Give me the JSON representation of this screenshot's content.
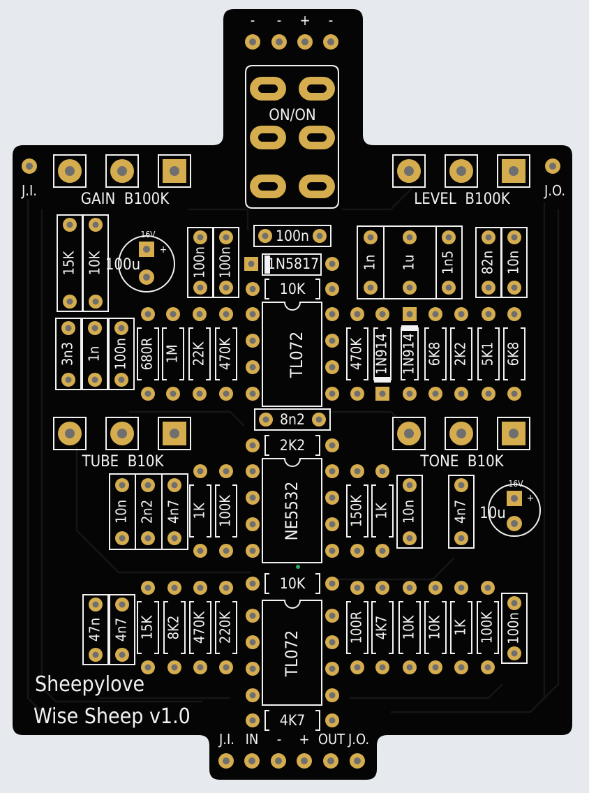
{
  "board": {
    "title_line1": "Sheepylove",
    "title_line2": "Wise Sheep v1.0",
    "colors": {
      "background": "#e6e9ee",
      "board": "#050505",
      "silk": "#f2f2f2",
      "pad": "#d6ad4e",
      "hole": "#6f6f6f"
    }
  },
  "top_header": {
    "pins": [
      "-",
      "-",
      "+",
      "-"
    ]
  },
  "switch": {
    "label": "ON/ON"
  },
  "jacks": {
    "left": "J.I.",
    "right": "J.O."
  },
  "pots": {
    "gain": "GAIN  B100K",
    "level": "LEVEL  B100K",
    "tube": "TUBE  B10K",
    "tone": "TONE  B10K"
  },
  "ics": {
    "ic1": "TL072",
    "ic2": "NE5532",
    "ic3": "TL072"
  },
  "caps_electrolytic": [
    {
      "value": "100u",
      "voltage": "16V",
      "polarity": "+"
    },
    {
      "value": "10u",
      "voltage": "16V",
      "polarity": "+"
    }
  ],
  "components": {
    "r15k": "15K",
    "r10k_a": "10K",
    "c100n_a": "100n",
    "c100n_b": "100n",
    "c100n_top": "100n",
    "d1n5817": "1N5817",
    "r10k_top": "10K",
    "c1n_a": "1n",
    "c1u": "1u",
    "c1n5": "1n5",
    "c82n": "82n",
    "c10n_a": "10n",
    "c3n3": "3n3",
    "c1n_b": "1n",
    "c100n_c": "100n",
    "r680r": "680R",
    "r1m": "1M",
    "r22k": "22K",
    "r470k_a": "470K",
    "r470k_b": "470K",
    "d1n914_a": "1N914",
    "d1n914_b": "1N914",
    "r6k8_a": "6K8",
    "r2k2_a": "2K2",
    "r5k1": "5K1",
    "r6k8_b": "6K8",
    "c8n2": "8n2",
    "r2k2_b": "2K2",
    "c10n_b": "10n",
    "c2n2": "2n2",
    "c4n7_a": "4n7",
    "r1k_a": "1K",
    "r100k_a": "100K",
    "r150k": "150K",
    "r1k_b": "1K",
    "c10n_c": "10n",
    "c4n7_b": "4n7",
    "r10k_mid": "10K",
    "c47n": "47n",
    "c4n7_c": "4n7",
    "r15k_b": "15K",
    "r8k2": "8K2",
    "r470k_c": "470K",
    "r220k": "220K",
    "r100r": "100R",
    "r4k7_a": "4K7",
    "r10k_b": "10K",
    "r10k_c": "10K",
    "r1k_c": "1K",
    "r100k_b": "100K",
    "c100n_d": "100n",
    "r4k7_b": "4K7"
  },
  "bottom_header": {
    "pins": [
      "J.I.",
      "IN",
      "-",
      "+",
      "OUT",
      "J.O."
    ]
  }
}
